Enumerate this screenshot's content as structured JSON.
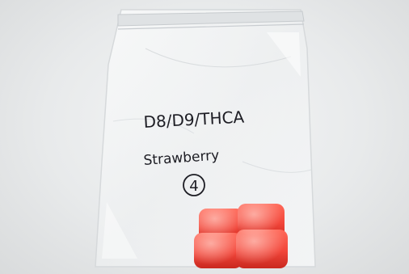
{
  "photo": {
    "background_color": "#e9ebec",
    "bag_color": "#f7f8f9",
    "seal_strip_color": "#cfd3d6",
    "gummy_color": "#f2463a",
    "gummy_shadow_color": "#c9281f",
    "handwriting_color": "#1d1d24"
  },
  "label": {
    "line1": "D8/D9/THCA",
    "line2": "Strawberry",
    "count": "4"
  },
  "contents": {
    "item": "red-gummies",
    "visible_pieces": 4
  }
}
